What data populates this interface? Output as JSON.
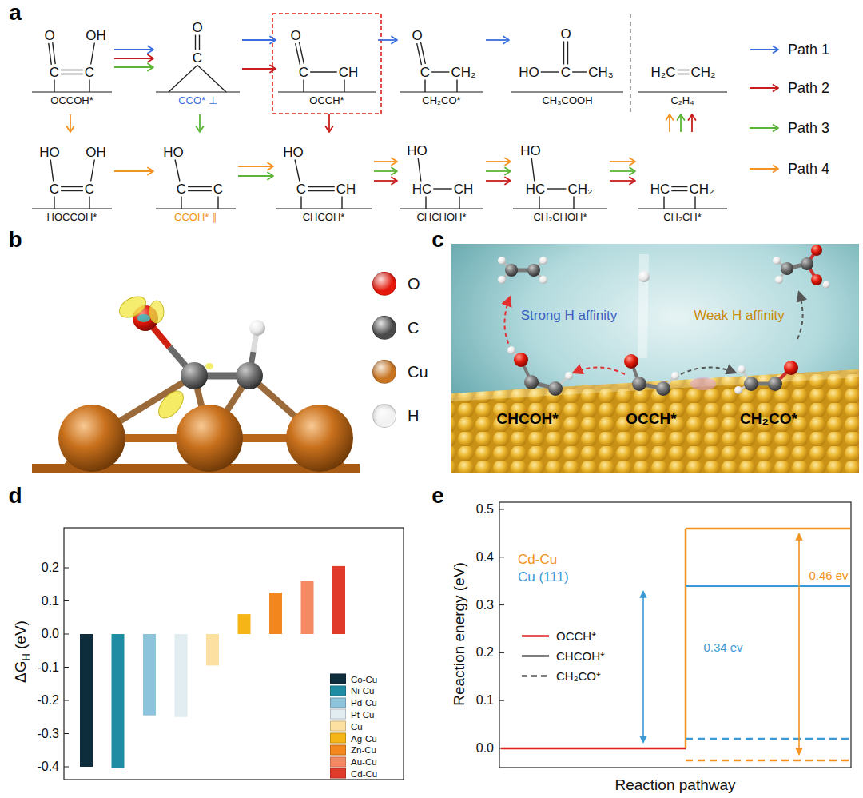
{
  "diagram": {
    "nodes": [
      {
        "text": [
          "O",
          "C",
          "C",
          "OH",
          "OCCOH*"
        ]
      },
      {
        "text": [
          "O",
          "C",
          "CCO* ⊥"
        ]
      },
      {
        "text": [
          "O",
          "C",
          "CH",
          "OCCH*"
        ]
      },
      {
        "text": [
          "O",
          "C",
          "CH₂",
          "CH₂CO*"
        ]
      },
      {
        "text": [
          "O",
          "HO",
          "C",
          "CH₃",
          "CH₃COOH"
        ]
      },
      {
        "text": [
          "H₂C",
          "CH₂",
          "C₂H₄"
        ]
      },
      {
        "text": [
          "HO",
          "OH",
          "C",
          "C",
          "HOCCOH*"
        ]
      },
      {
        "text": [
          "HO",
          "C",
          "C",
          "CCOH* ∥"
        ]
      },
      {
        "text": [
          "HO",
          "C",
          "CH",
          "CHCOH*"
        ]
      },
      {
        "text": [
          "HO",
          "HC",
          "CH",
          "CHCHOH*"
        ]
      },
      {
        "text": [
          "HO",
          "HC",
          "CH₂",
          "CH₂CHOH*"
        ]
      },
      {
        "text": [
          "HC",
          "CH₂",
          "CH₂CH*"
        ]
      }
    ],
    "edges": [
      {
        "from": 0,
        "to": 1,
        "arrow": "to"
      },
      {
        "from": 0,
        "to": 1,
        "arrow": "to"
      },
      {
        "from": 0,
        "to": 1,
        "arrow": "to"
      },
      {
        "from": 1,
        "to": 2,
        "arrow": "to"
      },
      {
        "from": 1,
        "to": 2,
        "arrow": "to"
      },
      {
        "from": 2,
        "to": 3,
        "arrow": "to"
      },
      {
        "from": 3,
        "to": 4,
        "arrow": "to"
      },
      {
        "from": 0,
        "to": 6,
        "arrow": "to"
      },
      {
        "from": 1,
        "to": 7,
        "arrow": "to"
      },
      {
        "from": 2,
        "to": 8,
        "arrow": "to"
      },
      {
        "from": 6,
        "to": 7,
        "arrow": "to"
      },
      {
        "from": 7,
        "to": 8,
        "arrow": "to"
      },
      {
        "from": 7,
        "to": 8,
        "arrow": "to"
      },
      {
        "from": 8,
        "to": 9,
        "arrow": "to"
      },
      {
        "from": 8,
        "to": 9,
        "arrow": "to"
      },
      {
        "from": 8,
        "to": 9,
        "arrow": "to"
      },
      {
        "from": 9,
        "to": 10,
        "arrow": "to"
      },
      {
        "from": 9,
        "to": 10,
        "arrow": "to"
      },
      {
        "from": 9,
        "to": 10,
        "arrow": "to"
      },
      {
        "from": 10,
        "to": 11,
        "arrow": "to"
      },
      {
        "from": 10,
        "to": 11,
        "arrow": "to"
      },
      {
        "from": 10,
        "to": 11,
        "arrow": "to"
      },
      {
        "from": 11,
        "to": 5,
        "arrow": "to"
      },
      {
        "from": 11,
        "to": 5,
        "arrow": "to"
      },
      {
        "from": 11,
        "to": 5,
        "arrow": "to"
      }
    ],
    "labels": [
      "a",
      "b",
      "c",
      "d",
      "e",
      "Strong H affinity",
      "Weak H affinity",
      "CHCOH*",
      "OCCH*",
      "CH₂CO*",
      "ΔG",
      "H",
      "(eV)",
      "0.2",
      "0.1",
      "0.0",
      "-0.1",
      "-0.2",
      "-0.3",
      "-0.4",
      "Reaction energy (eV)",
      "Reaction pathway",
      "0.0",
      "0.1",
      "0.2",
      "0.3",
      "0.4",
      "0.5",
      "Cd-Cu",
      "Cu (111)",
      "0.34 ev",
      "0.46 ev"
    ],
    "legend": [
      {
        "text": "Path 1",
        "color": "#3a6ee0"
      },
      {
        "text": "Path 2",
        "color": "#c81e1e"
      },
      {
        "text": "Path 3",
        "color": "#5cb536"
      },
      {
        "text": "Path 4",
        "color": "#f39321"
      },
      {
        "text": "O",
        "color": "#e3170a"
      },
      {
        "text": "C",
        "color": "#4a4a4a"
      },
      {
        "text": "Cu",
        "color": "#c87420"
      },
      {
        "text": "H",
        "color": "#f2f2f2"
      },
      {
        "text": "Co-Cu",
        "color": "#0e2d3c"
      },
      {
        "text": "Ni-Cu",
        "color": "#1f8ca3"
      },
      {
        "text": "Pd-Cu",
        "color": "#8ec3dc"
      },
      {
        "text": "Pt-Cu",
        "color": "#e2edf2"
      },
      {
        "text": "Cu",
        "color": "#fbe0a2"
      },
      {
        "text": "Ag-Cu",
        "color": "#f6b516"
      },
      {
        "text": "Zn-Cu",
        "color": "#f3861c"
      },
      {
        "text": "Au-Cu",
        "color": "#f48a64"
      },
      {
        "text": "Cd-Cu",
        "color": "#e03b2a"
      },
      {
        "text": "OCCH*"
      },
      {
        "text": "CHCOH*"
      },
      {
        "text": "CH₂CO*"
      }
    ]
  }
}
